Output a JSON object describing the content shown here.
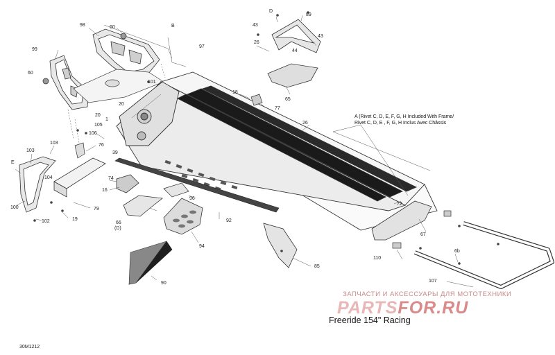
{
  "diagram": {
    "title": "Freeride 154\" Racing",
    "code": "30M1212",
    "note_line1": "A (Rivet C, D, E, F, G, H Included With Frame/",
    "note_line2": "Rivet C, D, E , F, G, H Inclus Avec Châssis",
    "watermark_line1": "ЗАПЧАСТИ И АКСЕССУАРЫ ДЛЯ МОТОТЕХНИКИ",
    "watermark_logo_a": "PARTS",
    "watermark_logo_b": "FOR.RU"
  },
  "callouts": {
    "c98": "98",
    "c60a": "60",
    "cB": "B",
    "c99": "99",
    "c60b": "60",
    "c97": "97",
    "c101": "101",
    "c20a": "20",
    "c20b": "20",
    "c1": "1",
    "c105": "105",
    "c106": "106",
    "c76": "76",
    "c39": "39",
    "c103": "103",
    "c104": "104",
    "cE": "E",
    "c100": "100",
    "c102": "102",
    "c19": "19",
    "c74": "74",
    "c16": "16",
    "c79": "79",
    "c66": "66",
    "cD": "(D)",
    "c96": "96",
    "c94": "94",
    "c92": "92",
    "c90": "90",
    "c18": "18",
    "c77": "77",
    "c65": "65",
    "cD2": "D",
    "c89": "89",
    "c43a": "43",
    "c43b": "43",
    "c26a": "26",
    "c44": "44",
    "c26b": "26",
    "c72": "72",
    "c67": "67",
    "c110": "110",
    "c85": "85",
    "c6b": "6b",
    "c107": "107"
  }
}
